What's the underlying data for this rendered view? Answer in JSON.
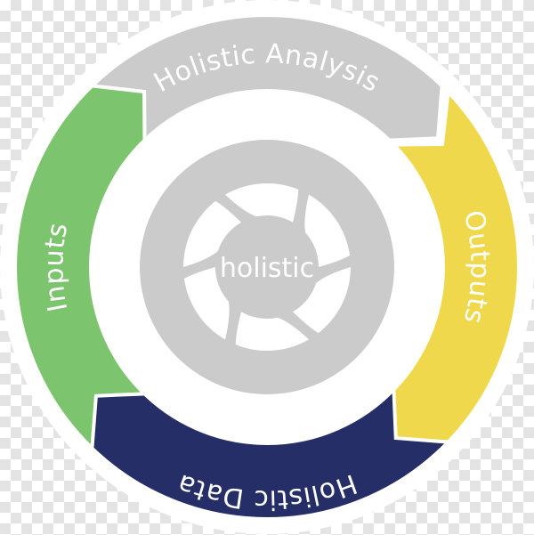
{
  "diagram": {
    "center": {
      "label": "holistic",
      "color": "#cbcbcb",
      "logo_icon": "aperture-icon"
    },
    "segments": [
      {
        "id": "holistic-analysis",
        "label": "Holistic Analysis",
        "color": "#cbcbcb"
      },
      {
        "id": "outputs",
        "label": "Outputs",
        "color": "#f0d84c"
      },
      {
        "id": "holistic-data",
        "label": "Holistic Data",
        "color": "#252e67"
      },
      {
        "id": "inputs",
        "label": "Inputs",
        "color": "#7cc56e"
      }
    ],
    "background": "transparent-checkerboard",
    "separator_color": "#ffffff"
  }
}
